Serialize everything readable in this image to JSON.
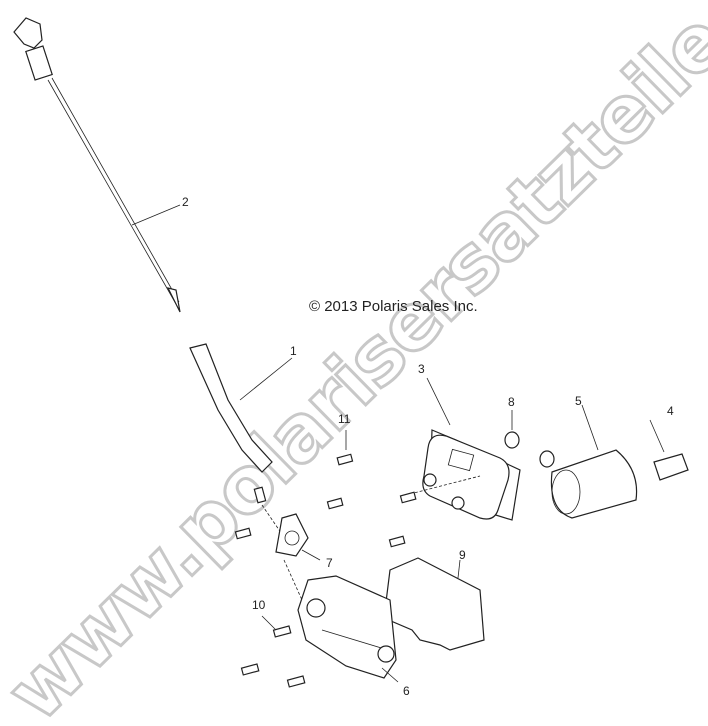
{
  "watermark": "www.polarisersatzteile.de",
  "copyright": "© 2013 Polaris Sales Inc.",
  "callouts": [
    "1",
    "2",
    "3",
    "4",
    "5",
    "6",
    "7",
    "8",
    "9",
    "10",
    "11"
  ]
}
